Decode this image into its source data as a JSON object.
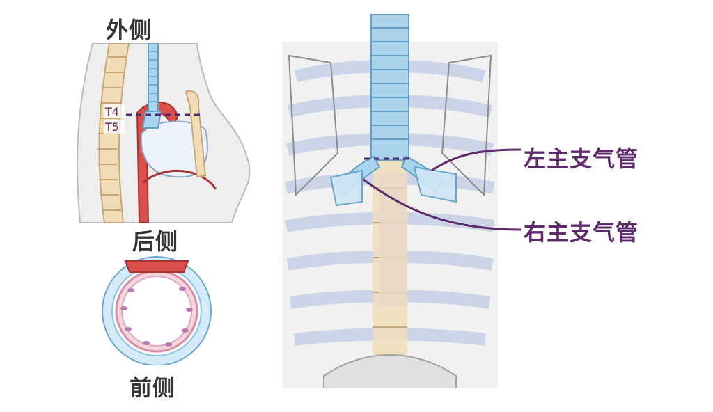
{
  "labels": {
    "lateral": "外侧",
    "posterior": "后侧",
    "anterior": "前侧",
    "left_main_bronchus": "左主支气管",
    "right_main_bronchus": "右主支气管"
  },
  "vertebra_labels": {
    "t4": "T4",
    "t5": "T5"
  },
  "colors": {
    "callout_purple": "#5e2a6b",
    "dashed_line": "#4b2a6e",
    "trachea_blue": "#a8d4ee",
    "aorta_red": "#d9504d",
    "bone": "#f0ddb8",
    "skin": "#eeeeee"
  }
}
